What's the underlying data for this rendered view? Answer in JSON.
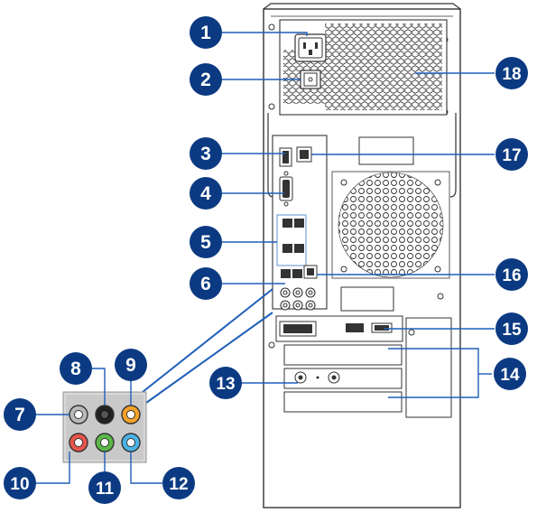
{
  "colors": {
    "callout_fill": "#0b3a82",
    "leader": "#1f5fb8",
    "outline": "#333333",
    "panel": "#f2f2f2",
    "zoom_panel": "#c9c9c9",
    "jack_gray": "#b9b9b9",
    "jack_black": "#222222",
    "jack_orange": "#f4a22a",
    "jack_pink": "#e8544b",
    "jack_green": "#59b847",
    "jack_blue": "#4ab3e6"
  },
  "callouts": [
    {
      "id": "1",
      "label": "1"
    },
    {
      "id": "2",
      "label": "2"
    },
    {
      "id": "3",
      "label": "3"
    },
    {
      "id": "4",
      "label": "4"
    },
    {
      "id": "5",
      "label": "5"
    },
    {
      "id": "6",
      "label": "6"
    },
    {
      "id": "7",
      "label": "7"
    },
    {
      "id": "8",
      "label": "8"
    },
    {
      "id": "9",
      "label": "9"
    },
    {
      "id": "10",
      "label": "10"
    },
    {
      "id": "11",
      "label": "11"
    },
    {
      "id": "12",
      "label": "12"
    },
    {
      "id": "13",
      "label": "13"
    },
    {
      "id": "14",
      "label": "14"
    },
    {
      "id": "15",
      "label": "15"
    },
    {
      "id": "16",
      "label": "16"
    },
    {
      "id": "17",
      "label": "17"
    },
    {
      "id": "18",
      "label": "18"
    }
  ]
}
